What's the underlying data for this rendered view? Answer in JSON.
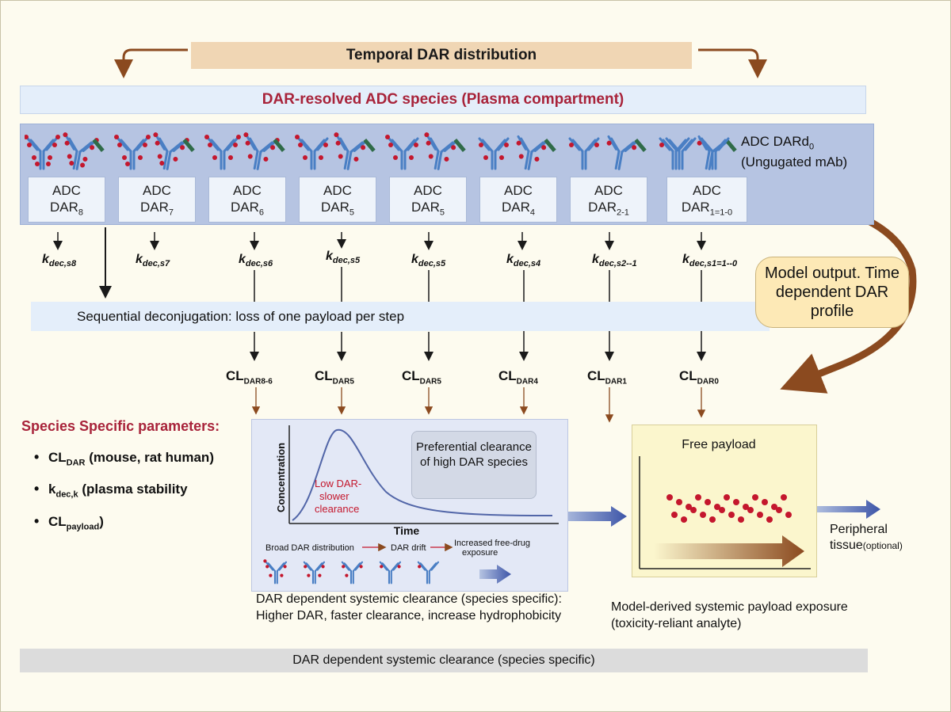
{
  "banners": {
    "temporal": "Temporal DAR distribution",
    "plasma": "DAR-resolved ADC species (Plasma compartment)"
  },
  "dar_boxes": [
    {
      "top": "ADC",
      "main": "DAR",
      "sub": "8"
    },
    {
      "top": "ADC",
      "main": "DAR",
      "sub": "7"
    },
    {
      "top": "ADC",
      "main": "DAR",
      "sub": "6"
    },
    {
      "top": "ADC",
      "main": "DAR",
      "sub": "5"
    },
    {
      "top": "ADC",
      "main": "DAR",
      "sub": "5"
    },
    {
      "top": "ADC",
      "main": "DAR",
      "sub": "4"
    },
    {
      "top": "ADC",
      "main": "DAR",
      "sub": "2-1"
    },
    {
      "top": "ADC",
      "main": "DAR",
      "sub": "1=1-0"
    }
  ],
  "unconjugated": {
    "line1": "ADC DARd",
    "sub": "0",
    "line2": "(Ungugated mAb)"
  },
  "rate_constants": [
    {
      "main": "k",
      "sub": "dec,s8"
    },
    {
      "main": "k",
      "sub": "dec,s7"
    },
    {
      "main": "k",
      "sub": "dec,s6"
    },
    {
      "main": "k",
      "sub": "dec,s5"
    },
    {
      "main": "k",
      "sub": "dec,s5"
    },
    {
      "main": "k",
      "sub": "dec,s4"
    },
    {
      "main": "k",
      "sub": "dec,s2--1"
    },
    {
      "main": "k",
      "sub": "dec,s1=1--0"
    }
  ],
  "sequential": "Sequential deconjugation: loss of one payload per step",
  "clearances": [
    {
      "main": "CL",
      "sub": "DAR8-6"
    },
    {
      "main": "CL",
      "sub": "DAR5"
    },
    {
      "main": "CL",
      "sub": "DAR5"
    },
    {
      "main": "CL",
      "sub": "DAR4"
    },
    {
      "main": "CL",
      "sub": "DAR1"
    },
    {
      "main": "CL",
      "sub": "DAR0"
    }
  ],
  "model_output": "Model output. Time dependent DAR profile",
  "species_params": {
    "title": "Species Specific parameters:",
    "items": [
      {
        "main": "CL",
        "sub": "DAR",
        "rest": " (mouse, rat human)"
      },
      {
        "main": "k",
        "sub": "dec,k",
        "rest": " (plasma stability"
      },
      {
        "main": "CL",
        "sub": "payload",
        "rest": ")"
      }
    ]
  },
  "clearance_plot": {
    "ylabel": "Concentration",
    "xlabel": "Time",
    "curve_label": "Low DAR-slower clearance",
    "box_label": "Preferential clearance of high DAR species",
    "flow": [
      "Broad DAR distribution",
      "DAR drift",
      "Increased free-drug exposure"
    ]
  },
  "caption_left": "DAR dependent systemic clearance (species specific): Higher DAR, faster clearance, increase hydrophobicity",
  "free_payload": "Free payload",
  "caption_right": "Model-derived systemic payload exposure (toxicity-reliant analyte)",
  "peripheral": {
    "main": "Peripheral tissue",
    "small": "(optional)"
  },
  "bottom": "DAR dependent systemic clearance (species specific)",
  "colors": {
    "accent_red": "#a8233a",
    "antibody_blue": "#4a7fc4",
    "payload_red": "#c4172d",
    "arrow_brown": "#8b4a1f",
    "flow_blue": "#4d5fa6"
  }
}
